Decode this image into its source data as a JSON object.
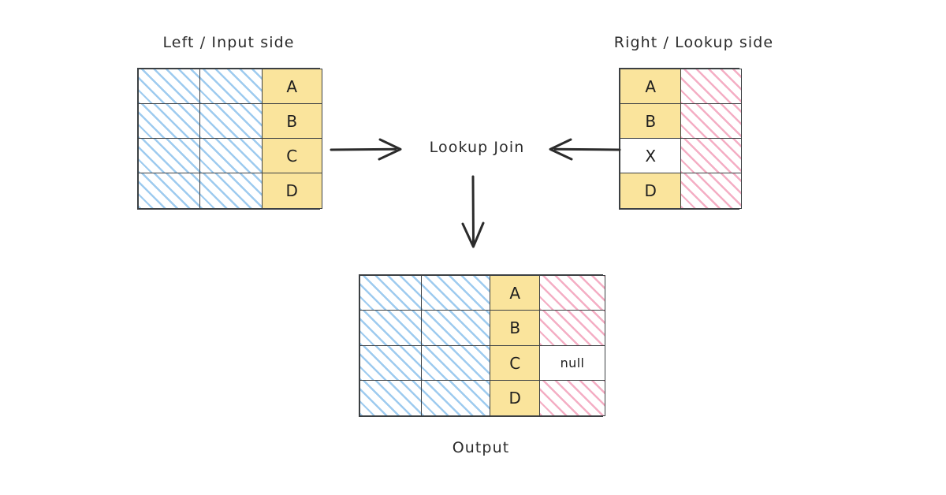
{
  "diagram": {
    "title_center": "Lookup Join",
    "left_label": "Left / Input side",
    "right_label": "Right / Lookup side",
    "output_label": "Output",
    "colors": {
      "key_fill": "#fae49c",
      "left_hatch": "#9ecbef",
      "right_hatch": "#f4aec4",
      "stroke": "#3c4043",
      "background": "#ffffff"
    },
    "arrows": [
      {
        "name": "left-to-join",
        "direction": "right"
      },
      {
        "name": "right-to-join",
        "direction": "left"
      },
      {
        "name": "join-to-output",
        "direction": "down"
      }
    ],
    "tables": {
      "left": {
        "name": "Left / Input side",
        "columns": 3,
        "rows": [
          {
            "cells": [
              {
                "fill": "blue-hatch",
                "text": ""
              },
              {
                "fill": "blue-hatch",
                "text": ""
              },
              {
                "fill": "yellow",
                "text": "A"
              }
            ]
          },
          {
            "cells": [
              {
                "fill": "blue-hatch",
                "text": ""
              },
              {
                "fill": "blue-hatch",
                "text": ""
              },
              {
                "fill": "yellow",
                "text": "B"
              }
            ]
          },
          {
            "cells": [
              {
                "fill": "blue-hatch",
                "text": ""
              },
              {
                "fill": "blue-hatch",
                "text": ""
              },
              {
                "fill": "yellow",
                "text": "C"
              }
            ]
          },
          {
            "cells": [
              {
                "fill": "blue-hatch",
                "text": ""
              },
              {
                "fill": "blue-hatch",
                "text": ""
              },
              {
                "fill": "yellow",
                "text": "D"
              }
            ]
          }
        ]
      },
      "right": {
        "name": "Right / Lookup side",
        "columns": 2,
        "rows": [
          {
            "cells": [
              {
                "fill": "yellow",
                "text": "A"
              },
              {
                "fill": "pink-hatch",
                "text": ""
              }
            ]
          },
          {
            "cells": [
              {
                "fill": "yellow",
                "text": "B"
              },
              {
                "fill": "pink-hatch",
                "text": ""
              }
            ]
          },
          {
            "cells": [
              {
                "fill": "white",
                "text": "X"
              },
              {
                "fill": "pink-hatch",
                "text": ""
              }
            ]
          },
          {
            "cells": [
              {
                "fill": "yellow",
                "text": "D"
              },
              {
                "fill": "pink-hatch",
                "text": ""
              }
            ]
          }
        ]
      },
      "output": {
        "name": "Output",
        "columns": 4,
        "rows": [
          {
            "cells": [
              {
                "fill": "blue-hatch",
                "text": ""
              },
              {
                "fill": "blue-hatch",
                "text": ""
              },
              {
                "fill": "yellow",
                "text": "A"
              },
              {
                "fill": "pink-hatch",
                "text": ""
              }
            ]
          },
          {
            "cells": [
              {
                "fill": "blue-hatch",
                "text": ""
              },
              {
                "fill": "blue-hatch",
                "text": ""
              },
              {
                "fill": "yellow",
                "text": "B"
              },
              {
                "fill": "pink-hatch",
                "text": ""
              }
            ]
          },
          {
            "cells": [
              {
                "fill": "blue-hatch",
                "text": ""
              },
              {
                "fill": "blue-hatch",
                "text": ""
              },
              {
                "fill": "yellow",
                "text": "C"
              },
              {
                "fill": "white",
                "text": "null"
              }
            ]
          },
          {
            "cells": [
              {
                "fill": "blue-hatch",
                "text": ""
              },
              {
                "fill": "blue-hatch",
                "text": ""
              },
              {
                "fill": "yellow",
                "text": "D"
              },
              {
                "fill": "pink-hatch",
                "text": ""
              }
            ]
          }
        ]
      }
    }
  }
}
